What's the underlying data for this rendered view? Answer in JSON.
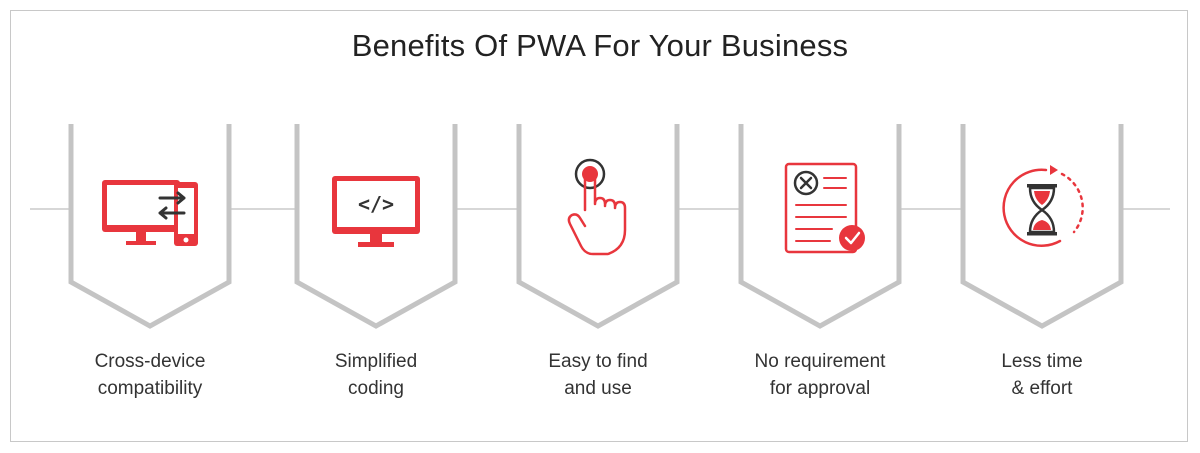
{
  "title": "Benefits Of PWA For Your Business",
  "colors": {
    "accent": "#e8363d",
    "badge_border": "#c4c4c4",
    "connector": "#d7d7d7",
    "text": "#333333"
  },
  "benefits": [
    {
      "icon": "device-sync-icon",
      "lines": [
        "Cross-device",
        "compatibility"
      ]
    },
    {
      "icon": "code-monitor-icon",
      "lines": [
        "Simplified",
        "coding"
      ]
    },
    {
      "icon": "tap-hand-icon",
      "lines": [
        "Easy to find",
        "and use"
      ]
    },
    {
      "icon": "approval-document-icon",
      "lines": [
        "No requirement",
        "for approval"
      ]
    },
    {
      "icon": "hourglass-timer-icon",
      "lines": [
        "Less time",
        "& effort"
      ]
    }
  ],
  "code_glyph": "</>"
}
